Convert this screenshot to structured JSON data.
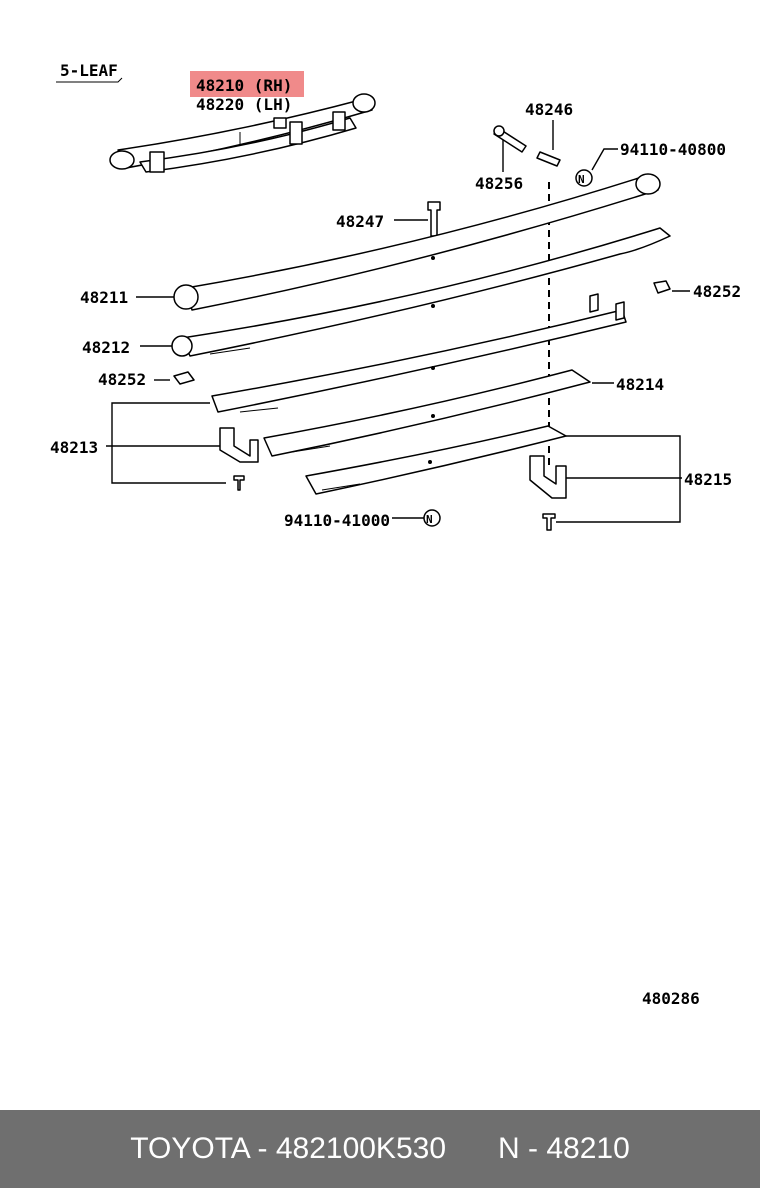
{
  "diagram": {
    "assembly_label": "5-LEAF",
    "highlight_part": "48210 (RH)",
    "alt_part": "48220 (LH)",
    "figure_number": "480286",
    "labels": {
      "p48246": "48246",
      "p94110_40800": "94110-40800",
      "p48256": "48256",
      "p48247": "48247",
      "p48211": "48211",
      "p48252_right": "48252",
      "p48212": "48212",
      "p48252_left": "48252",
      "p48214": "48214",
      "p48213": "48213",
      "p48215": "48215",
      "p94110_41000": "94110-41000"
    },
    "n_marker": "N",
    "highlight_color": "#f08a8a"
  },
  "footer": {
    "part_info": "TOYOTA - 482100K530",
    "ref": "N - 48210"
  }
}
